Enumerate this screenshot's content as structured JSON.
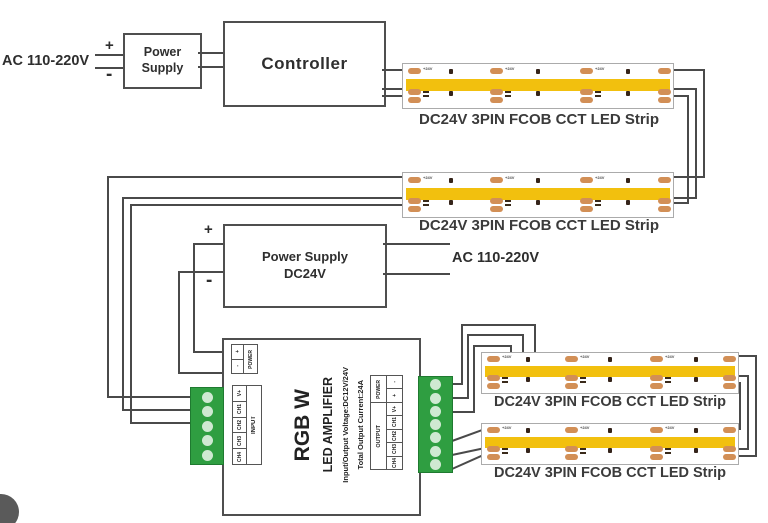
{
  "diagram": {
    "ac_label_top": "AC 110-220V",
    "ac_label_mid": "AC 110-220V",
    "plus": "+",
    "minus": "-",
    "power_supply": {
      "line1": "Power",
      "line2": "Supply"
    },
    "controller": "Controller",
    "power_supply_24v": {
      "line1": "Power Supply",
      "line2": "DC24V"
    },
    "strip_label": "DC24V 3PIN FCOB CCT LED Strip",
    "pad_label": "+24V",
    "amplifier": {
      "title": "RGB W",
      "subtitle": "LED AMPLIFIER",
      "spec1": "Input/Output Voltage:DC12V/24V",
      "spec2": "Total Output Current:24A",
      "power_label": "POWER",
      "input_label": "INPUT",
      "output_label": "OUTPUT",
      "mini_power_pins": [
        "+",
        "-"
      ],
      "input_terminals": [
        "V+",
        "CH1",
        "CH2",
        "CH3",
        "CH4"
      ],
      "power_terminals": [
        "-",
        "+"
      ],
      "output_terminals": [
        "V+",
        "CH1",
        "CH2",
        "CH3",
        "CH4"
      ]
    }
  },
  "colors": {
    "wire": "#4a4a4a",
    "strip_yellow": "#f2c00e",
    "pad_copper": "#d28f56",
    "terminal_green": "#2f9e41",
    "terminal_hole": "#cfe9d2"
  }
}
